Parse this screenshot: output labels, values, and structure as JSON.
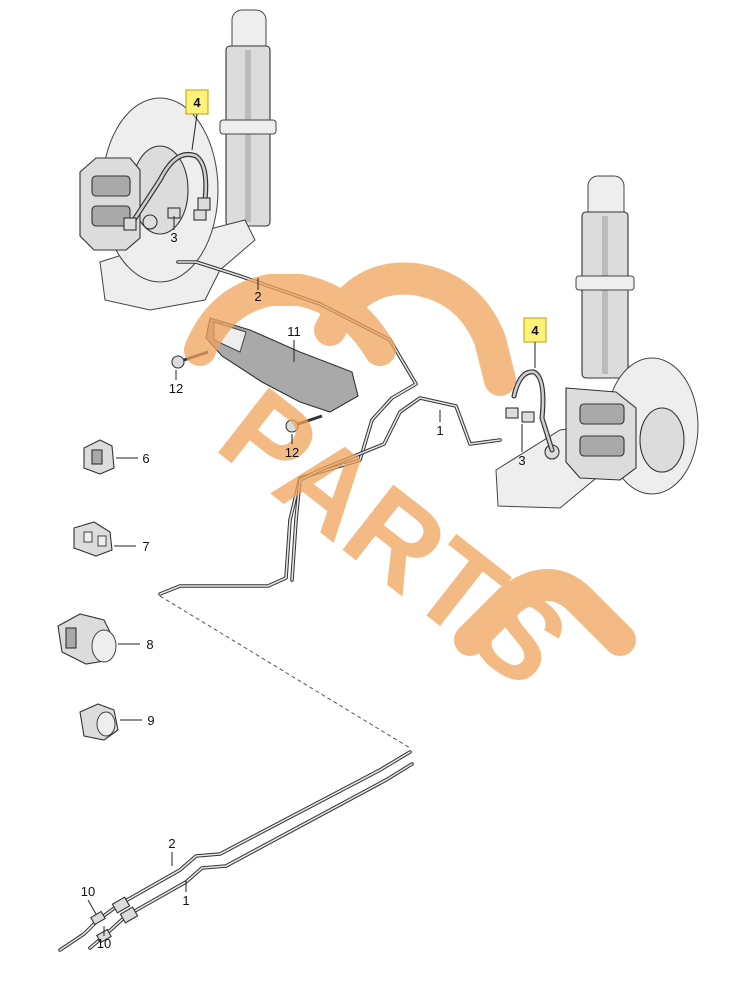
{
  "watermark": {
    "text": "PARTS",
    "color": "#f0a35c"
  },
  "highlight_color": "#fff17a",
  "callouts": {
    "c4_top": "4",
    "c3_top": "3",
    "c2_top": "2",
    "c11": "11",
    "c12_a": "12",
    "c12_b": "12",
    "c4_right": "4",
    "c1_right": "1",
    "c3_right": "3",
    "c6": "6",
    "c7": "7",
    "c8": "8",
    "c9": "9",
    "c2_bottom": "2",
    "c1_bottom": "1",
    "c10_a": "10",
    "c10_b": "10"
  }
}
